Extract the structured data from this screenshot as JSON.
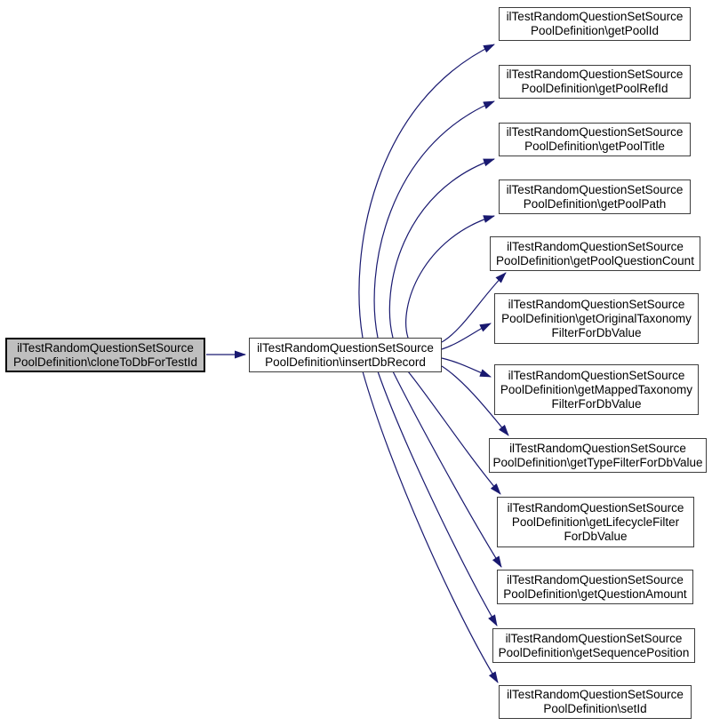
{
  "graph": {
    "type": "call-graph",
    "edge_color": "#191970",
    "highlight_fill": "#bfbfbf",
    "nodes": {
      "cloneToDbForTestId": {
        "label": "ilTestRandomQuestionSetSource\nPoolDefinition\\cloneToDbForTestId",
        "highlighted": true
      },
      "insertDbRecord": {
        "label": "ilTestRandomQuestionSetSource\nPoolDefinition\\insertDbRecord",
        "highlighted": false
      },
      "getPoolId": {
        "label": "ilTestRandomQuestionSetSource\nPoolDefinition\\getPoolId",
        "highlighted": false
      },
      "getPoolRefId": {
        "label": "ilTestRandomQuestionSetSource\nPoolDefinition\\getPoolRefId",
        "highlighted": false
      },
      "getPoolTitle": {
        "label": "ilTestRandomQuestionSetSource\nPoolDefinition\\getPoolTitle",
        "highlighted": false
      },
      "getPoolPath": {
        "label": "ilTestRandomQuestionSetSource\nPoolDefinition\\getPoolPath",
        "highlighted": false
      },
      "getPoolQuestionCount": {
        "label": "ilTestRandomQuestionSetSource\nPoolDefinition\\getPoolQuestionCount",
        "highlighted": false
      },
      "getOriginalTaxonomyFilterForDbValue": {
        "label": "ilTestRandomQuestionSetSource\nPoolDefinition\\getOriginalTaxonomy\nFilterForDbValue",
        "highlighted": false
      },
      "getMappedTaxonomyFilterForDbValue": {
        "label": "ilTestRandomQuestionSetSource\nPoolDefinition\\getMappedTaxonomy\nFilterForDbValue",
        "highlighted": false
      },
      "getTypeFilterForDbValue": {
        "label": "ilTestRandomQuestionSetSource\nPoolDefinition\\getTypeFilterForDbValue",
        "highlighted": false
      },
      "getLifecycleFilterForDbValue": {
        "label": "ilTestRandomQuestionSetSource\nPoolDefinition\\getLifecycleFilter\nForDbValue",
        "highlighted": false
      },
      "getQuestionAmount": {
        "label": "ilTestRandomQuestionSetSource\nPoolDefinition\\getQuestionAmount",
        "highlighted": false
      },
      "getSequencePosition": {
        "label": "ilTestRandomQuestionSetSource\nPoolDefinition\\getSequencePosition",
        "highlighted": false
      },
      "setId": {
        "label": "ilTestRandomQuestionSetSource\nPoolDefinition\\setId",
        "highlighted": false
      }
    },
    "edges": [
      {
        "from": "cloneToDbForTestId",
        "to": "insertDbRecord"
      },
      {
        "from": "insertDbRecord",
        "to": "getPoolId"
      },
      {
        "from": "insertDbRecord",
        "to": "getPoolRefId"
      },
      {
        "from": "insertDbRecord",
        "to": "getPoolTitle"
      },
      {
        "from": "insertDbRecord",
        "to": "getPoolPath"
      },
      {
        "from": "insertDbRecord",
        "to": "getPoolQuestionCount"
      },
      {
        "from": "insertDbRecord",
        "to": "getOriginalTaxonomyFilterForDbValue"
      },
      {
        "from": "insertDbRecord",
        "to": "getMappedTaxonomyFilterForDbValue"
      },
      {
        "from": "insertDbRecord",
        "to": "getTypeFilterForDbValue"
      },
      {
        "from": "insertDbRecord",
        "to": "getLifecycleFilterForDbValue"
      },
      {
        "from": "insertDbRecord",
        "to": "getQuestionAmount"
      },
      {
        "from": "insertDbRecord",
        "to": "getSequencePosition"
      },
      {
        "from": "insertDbRecord",
        "to": "setId"
      }
    ]
  }
}
